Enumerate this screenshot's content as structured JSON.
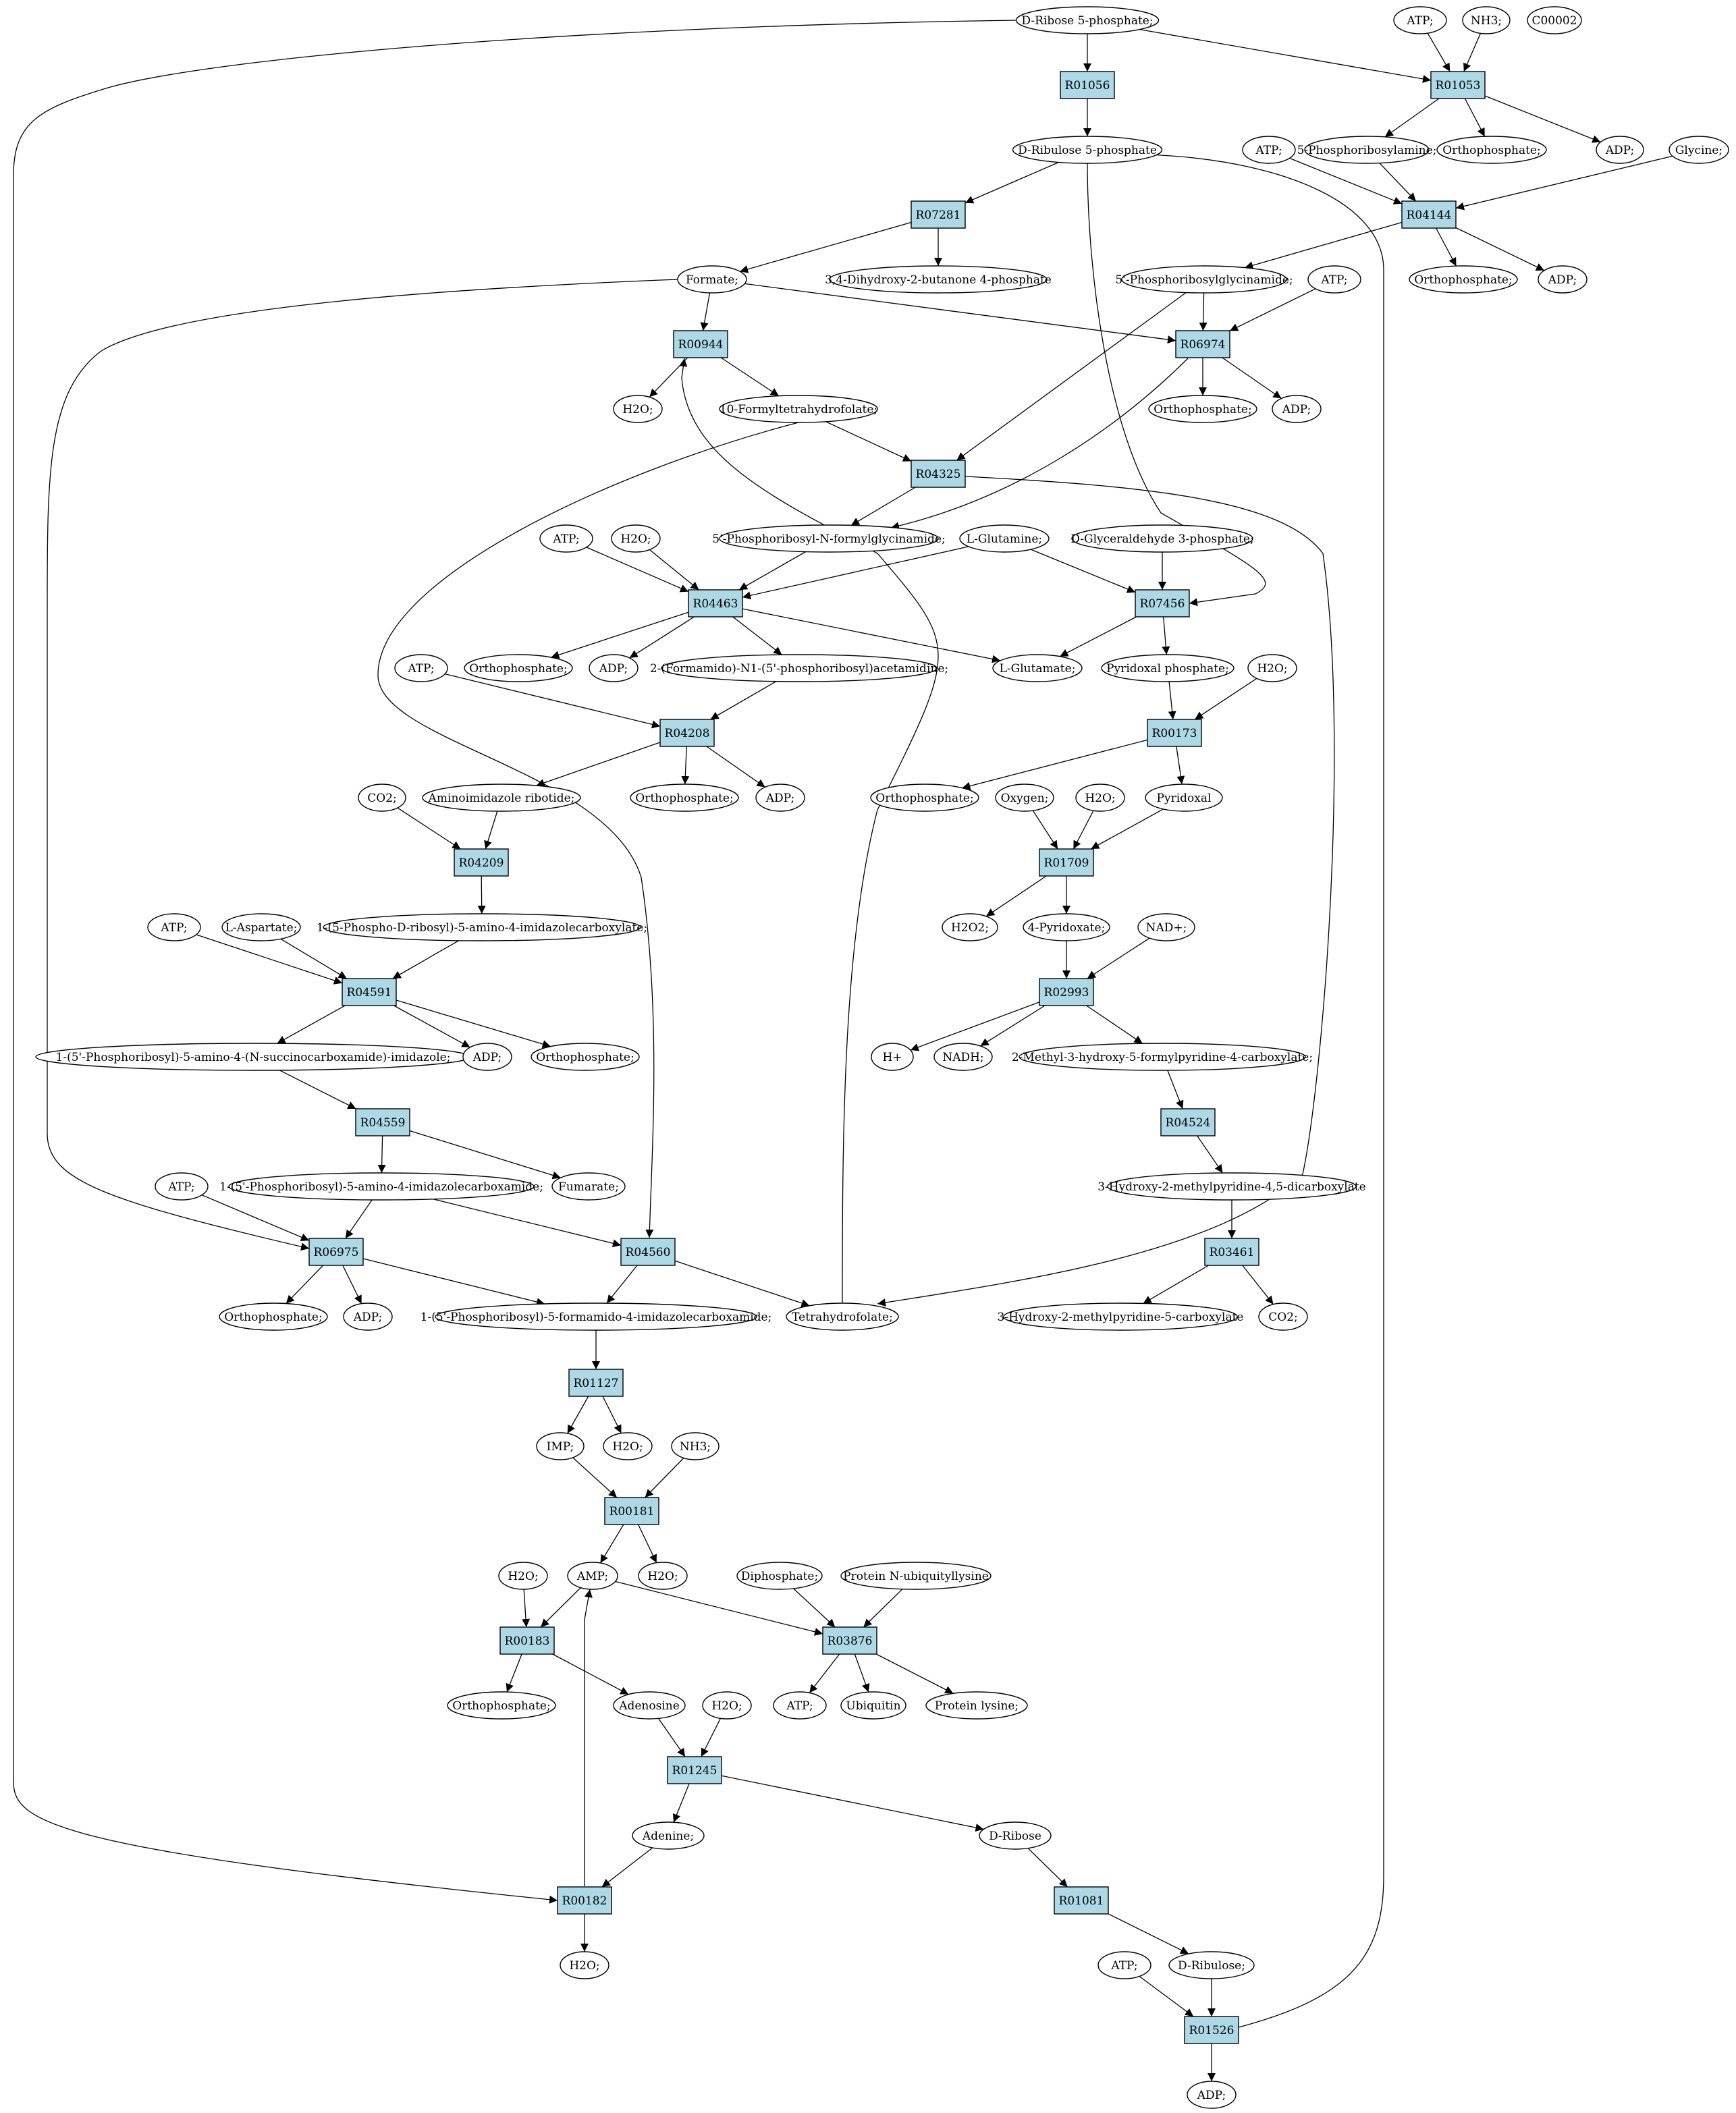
{
  "colors": {
    "reaction": "#add8e6",
    "compound": "#ffffff",
    "source_compound": "#00ff00",
    "unmapped_compound": "#ffff00",
    "edge": "#000000"
  },
  "reactions": [
    {
      "id": "R01056",
      "label": "R01056"
    },
    {
      "id": "R01053",
      "label": "R01053"
    },
    {
      "id": "R07281",
      "label": "R07281"
    },
    {
      "id": "R04144",
      "label": "R04144"
    },
    {
      "id": "R00944",
      "label": "R00944"
    },
    {
      "id": "R06974",
      "label": "R06974"
    },
    {
      "id": "R04325",
      "label": "R04325"
    },
    {
      "id": "R04463",
      "label": "R04463"
    },
    {
      "id": "R07456",
      "label": "R07456"
    },
    {
      "id": "R04208",
      "label": "R04208"
    },
    {
      "id": "R00173",
      "label": "R00173"
    },
    {
      "id": "R04209",
      "label": "R04209"
    },
    {
      "id": "R01709",
      "label": "R01709"
    },
    {
      "id": "R04591",
      "label": "R04591"
    },
    {
      "id": "R02993",
      "label": "R02993"
    },
    {
      "id": "R04559",
      "label": "R04559"
    },
    {
      "id": "R04524",
      "label": "R04524"
    },
    {
      "id": "R06975",
      "label": "R06975"
    },
    {
      "id": "R04560",
      "label": "R04560"
    },
    {
      "id": "R03461",
      "label": "R03461"
    },
    {
      "id": "R01127",
      "label": "R01127"
    },
    {
      "id": "R00181",
      "label": "R00181"
    },
    {
      "id": "R00183",
      "label": "R00183"
    },
    {
      "id": "R03876",
      "label": "R03876"
    },
    {
      "id": "R01245",
      "label": "R01245"
    },
    {
      "id": "R00182",
      "label": "R00182"
    },
    {
      "id": "R01081",
      "label": "R01081"
    },
    {
      "id": "R01526",
      "label": "R01526"
    }
  ],
  "compounds": [
    {
      "id": "c_dr5p",
      "label": "D-Ribose 5-phosphate;",
      "kind": "source"
    },
    {
      "id": "c_atp1",
      "label": "ATP;"
    },
    {
      "id": "c_nh3_1",
      "label": "NH3;"
    },
    {
      "id": "c_c00002",
      "label": "C00002",
      "kind": "unmapped"
    },
    {
      "id": "c_dru5p",
      "label": "D-Ribulose 5-phosphate"
    },
    {
      "id": "c_atp2",
      "label": "ATP;"
    },
    {
      "id": "c_prpa",
      "label": "5-Phosphoribosylamine;"
    },
    {
      "id": "c_pi1",
      "label": "Orthophosphate;"
    },
    {
      "id": "c_adp1",
      "label": "ADP;"
    },
    {
      "id": "c_gly",
      "label": "Glycine;"
    },
    {
      "id": "c_formate",
      "label": "Formate;"
    },
    {
      "id": "c_dhbp",
      "label": "3,4-Dihydroxy-2-butanone 4-phosphate"
    },
    {
      "id": "c_gar",
      "label": "5'-Phosphoribosylglycinamide;"
    },
    {
      "id": "c_atp3",
      "label": "ATP;"
    },
    {
      "id": "c_pi2",
      "label": "Orthophosphate;"
    },
    {
      "id": "c_adp2",
      "label": "ADP;"
    },
    {
      "id": "c_h2o1",
      "label": "H2O;"
    },
    {
      "id": "c_10fthf",
      "label": "10-Formyltetrahydrofolate;"
    },
    {
      "id": "c_pi3",
      "label": "Orthophosphate;"
    },
    {
      "id": "c_adp3",
      "label": "ADP;"
    },
    {
      "id": "c_atp4",
      "label": "ATP;"
    },
    {
      "id": "c_h2o2",
      "label": "H2O;"
    },
    {
      "id": "c_fgar",
      "label": "5'-Phosphoribosyl-N-formylglycinamide;"
    },
    {
      "id": "c_gln",
      "label": "L-Glutamine;"
    },
    {
      "id": "c_g3p",
      "label": "D-Glyceraldehyde 3-phosphate;"
    },
    {
      "id": "c_pi4",
      "label": "Orthophosphate;"
    },
    {
      "id": "c_adp4",
      "label": "ADP;"
    },
    {
      "id": "c_fgam",
      "label": "2-(Formamido)-N1-(5'-phosphoribosyl)acetamidine;"
    },
    {
      "id": "c_glu",
      "label": "L-Glutamate;"
    },
    {
      "id": "c_plp",
      "label": "Pyridoxal phosphate;"
    },
    {
      "id": "c_h2o3",
      "label": "H2O;"
    },
    {
      "id": "c_atp5",
      "label": "ATP;"
    },
    {
      "id": "c_co2_1",
      "label": "CO2;"
    },
    {
      "id": "c_air",
      "label": "Aminoimidazole ribotide;"
    },
    {
      "id": "c_pi5",
      "label": "Orthophosphate;"
    },
    {
      "id": "c_adp5",
      "label": "ADP;"
    },
    {
      "id": "c_pi6",
      "label": "Orthophosphate;"
    },
    {
      "id": "c_o2",
      "label": "Oxygen;"
    },
    {
      "id": "c_h2o4",
      "label": "H2O;"
    },
    {
      "id": "c_pyridoxal",
      "label": "Pyridoxal"
    },
    {
      "id": "c_cair",
      "label": "1-(5-Phospho-D-ribosyl)-5-amino-4-imidazolecarboxylate;"
    },
    {
      "id": "c_atp6",
      "label": "ATP;"
    },
    {
      "id": "c_asp",
      "label": "L-Aspartate;"
    },
    {
      "id": "c_h2o2b",
      "label": "H2O2;"
    },
    {
      "id": "c_4pa",
      "label": "4-Pyridoxate;"
    },
    {
      "id": "c_nad",
      "label": "NAD+;"
    },
    {
      "id": "c_saicar",
      "label": "1-(5'-Phosphoribosyl)-5-amino-4-(N-succinocarboxamide)-imidazole;"
    },
    {
      "id": "c_adp6",
      "label": "ADP;"
    },
    {
      "id": "c_pi7",
      "label": "Orthophosphate;"
    },
    {
      "id": "c_hplus",
      "label": "H+"
    },
    {
      "id": "c_nadh",
      "label": "NADH;"
    },
    {
      "id": "c_mhfpc",
      "label": "2-Methyl-3-hydroxy-5-formylpyridine-4-carboxylate;"
    },
    {
      "id": "c_fum",
      "label": "Fumarate;"
    },
    {
      "id": "c_atp7",
      "label": "ATP;"
    },
    {
      "id": "c_aicar",
      "label": "1-(5'-Phosphoribosyl)-5-amino-4-imidazolecarboxamide;"
    },
    {
      "id": "c_hmpd",
      "label": "3-Hydroxy-2-methylpyridine-4,5-dicarboxylate"
    },
    {
      "id": "c_pi8",
      "label": "Orthophosphate;"
    },
    {
      "id": "c_adp7",
      "label": "ADP;"
    },
    {
      "id": "c_faicar",
      "label": "1-(5'-Phosphoribosyl)-5-formamido-4-imidazolecarboxamide;"
    },
    {
      "id": "c_thf",
      "label": "Tetrahydrofolate;"
    },
    {
      "id": "c_hmpc",
      "label": "3-Hydroxy-2-methylpyridine-5-carboxylate"
    },
    {
      "id": "c_co2_2",
      "label": "CO2;"
    },
    {
      "id": "c_imp",
      "label": "IMP;"
    },
    {
      "id": "c_h2o5",
      "label": "H2O;"
    },
    {
      "id": "c_nh3_2",
      "label": "NH3;"
    },
    {
      "id": "c_h2o6",
      "label": "H2O;"
    },
    {
      "id": "c_amp",
      "label": "AMP;"
    },
    {
      "id": "c_h2o7",
      "label": "H2O;"
    },
    {
      "id": "c_ppi",
      "label": "Diphosphate;"
    },
    {
      "id": "c_pnul",
      "label": "Protein N-ubiquityllysine"
    },
    {
      "id": "c_pi9",
      "label": "Orthophosphate;"
    },
    {
      "id": "c_adenosine",
      "label": "Adenosine"
    },
    {
      "id": "c_h2o8",
      "label": "H2O;"
    },
    {
      "id": "c_atp8",
      "label": "ATP;"
    },
    {
      "id": "c_ubq",
      "label": "Ubiquitin"
    },
    {
      "id": "c_plys",
      "label": "Protein lysine;"
    },
    {
      "id": "c_adenine",
      "label": "Adenine;"
    },
    {
      "id": "c_drib",
      "label": "D-Ribose"
    },
    {
      "id": "c_h2o9",
      "label": "H2O;"
    },
    {
      "id": "c_atp9",
      "label": "ATP;"
    },
    {
      "id": "c_dribu",
      "label": "D-Ribulose;"
    },
    {
      "id": "c_adp8",
      "label": "ADP;"
    }
  ]
}
